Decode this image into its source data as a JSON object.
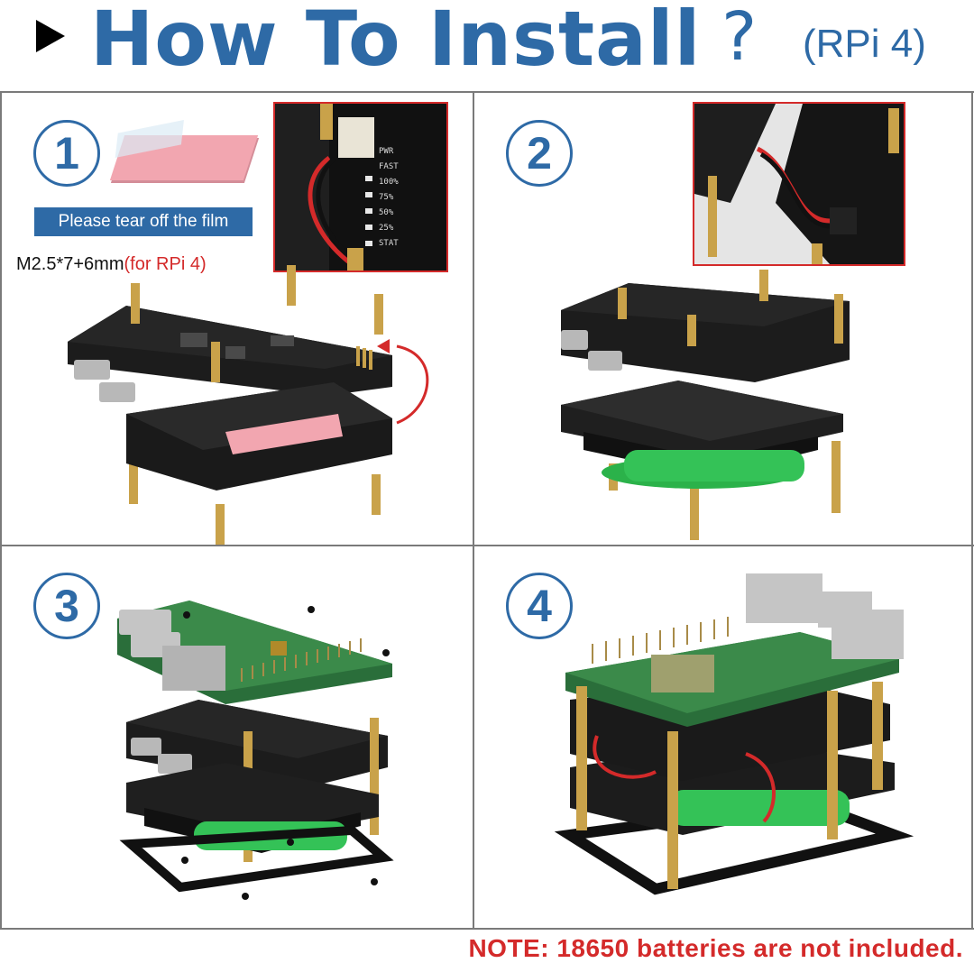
{
  "header": {
    "title": "How To Install",
    "question_mark": "?",
    "subtitle": "(RPi 4)",
    "title_color": "#2e6aa6"
  },
  "steps": [
    {
      "number": "1",
      "film_label": "Please tear off the film",
      "screw_prefix": "M2.5*7+6mm",
      "screw_suffix": "(for RPi 4)"
    },
    {
      "number": "2"
    },
    {
      "number": "3"
    },
    {
      "number": "4"
    }
  ],
  "fan_labels": [
    "PWR",
    "FAST",
    "100%",
    "75%",
    "50%",
    "25%",
    "STAT"
  ],
  "footer": {
    "note": "NOTE: 18650 batteries are not included.",
    "note_color": "#d42a2a"
  }
}
